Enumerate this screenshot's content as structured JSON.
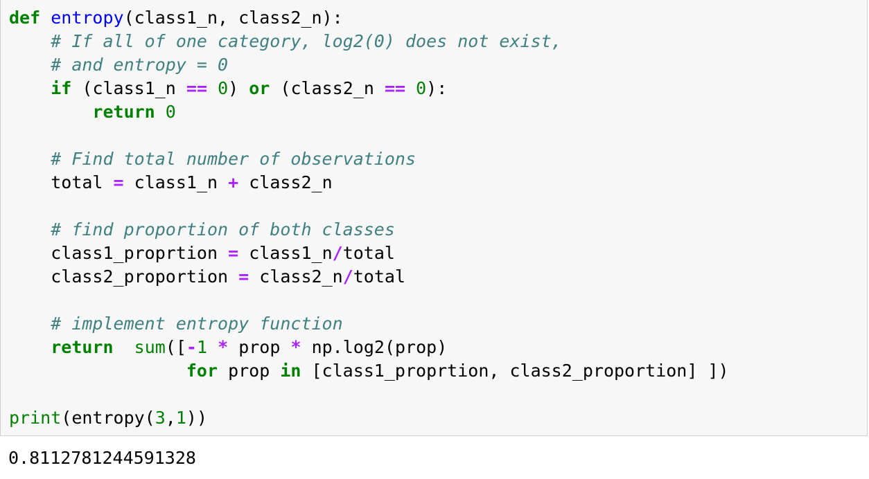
{
  "code": {
    "line1": {
      "kw": "def",
      "fn_name": "entropy",
      "rest": "(class1_n, class2_n):"
    },
    "line2": {
      "comment": "# If all of one category, log2(0) does not exist,"
    },
    "line3": {
      "comment": "# and entropy = 0"
    },
    "line4": {
      "kw_if": "if",
      "a": "(class1_n ",
      "eq1": "==",
      "zero1": "0",
      "b": ") ",
      "kw_or": "or",
      "c": " (class2_n ",
      "eq2": "==",
      "zero2": "0",
      "d": "):"
    },
    "line5": {
      "kw": "return",
      "num": "0"
    },
    "line7": {
      "comment": "# Find total number of observations"
    },
    "line8": {
      "a": "total ",
      "eq": "=",
      "b": " class1_n ",
      "plus": "+",
      "c": " class2_n"
    },
    "line10": {
      "comment": "# find proportion of both classes"
    },
    "line11": {
      "a": "class1_proprtion ",
      "eq": "=",
      "b": " class1_n",
      "div": "/",
      "c": "total"
    },
    "line12": {
      "a": "class2_proportion ",
      "eq": "=",
      "b": " class2_n",
      "div": "/",
      "c": "total"
    },
    "line14": {
      "comment": "# implement entropy function"
    },
    "line15": {
      "kw": "return",
      "builtin": "sum",
      "a": "([",
      "neg": "-",
      "num": "1",
      "b": " ",
      "mul1": "*",
      "c": " prop ",
      "mul2": "*",
      "d": " np.log2(prop)"
    },
    "line16": {
      "kw_for": "for",
      "a": " prop ",
      "kw_in": "in",
      "b": " [class1_proprtion, class2_proportion] ])"
    },
    "line18": {
      "builtin": "print",
      "a": "(entropy(",
      "num1": "3",
      "comma": ",",
      "num2": "1",
      "b": "))"
    }
  },
  "output": {
    "text": "0.8112781244591328"
  }
}
